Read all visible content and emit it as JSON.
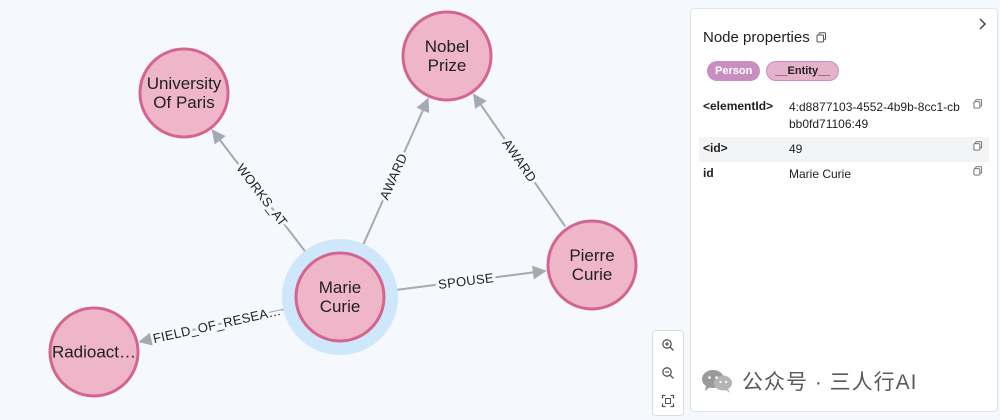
{
  "graph": {
    "colors": {
      "node_fill": "#efb6ca",
      "node_stroke": "#d3668e",
      "edge": "#a5a9b3",
      "selected_halo": "#cfe7fb"
    },
    "nodes": [
      {
        "id": "university",
        "lines": [
          "University",
          "Of Paris"
        ]
      },
      {
        "id": "nobel",
        "lines": [
          "Nobel",
          "Prize"
        ]
      },
      {
        "id": "marie",
        "lines": [
          "Marie",
          "Curie"
        ],
        "selected": true
      },
      {
        "id": "pierre",
        "lines": [
          "Pierre",
          "Curie"
        ]
      },
      {
        "id": "radioactivity",
        "lines": [
          "Radioact…"
        ]
      }
    ],
    "edges": [
      {
        "from": "marie",
        "to": "university",
        "label": "WORKS_AT"
      },
      {
        "from": "marie",
        "to": "nobel",
        "label": "AWARD"
      },
      {
        "from": "pierre",
        "to": "nobel",
        "label": "AWARD"
      },
      {
        "from": "marie",
        "to": "pierre",
        "label": "SPOUSE"
      },
      {
        "from": "marie",
        "to": "radioactivity",
        "label": "FIELD_OF_RESEA…"
      }
    ]
  },
  "zoom_controls": {
    "zoom_in_icon": "zoom-in-icon",
    "zoom_out_icon": "zoom-out-icon",
    "fit_icon": "fit-to-screen-icon"
  },
  "panel": {
    "title": "Node properties",
    "labels": [
      {
        "text": "Person",
        "style": "selected"
      },
      {
        "text": "__Entity__",
        "style": "outlined"
      }
    ],
    "properties": [
      {
        "key": "<elementId>",
        "value": "4:d8877103-4552-4b9b-8cc1-cbbb0fd71106:49"
      },
      {
        "key": "<id>",
        "value": "49"
      },
      {
        "key": "id",
        "value": "Marie Curie"
      }
    ]
  },
  "watermark": {
    "text": "公众号 · 三人行AI"
  }
}
